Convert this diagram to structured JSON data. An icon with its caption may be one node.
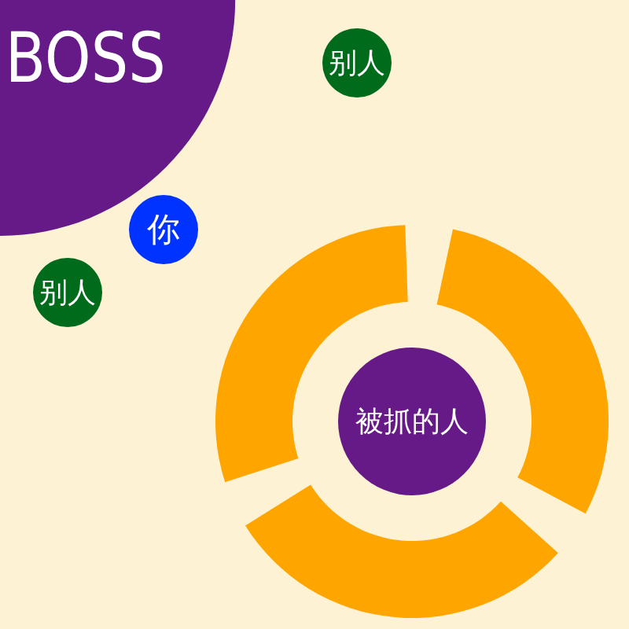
{
  "diagram": {
    "nodes": [
      {
        "text": [
          "BOSS"
        ]
      },
      {
        "text": [
          "别人"
        ]
      },
      {
        "text": [
          "你"
        ]
      },
      {
        "text": [
          "别人"
        ]
      },
      {
        "text": [
          "被抓的人"
        ]
      }
    ]
  }
}
